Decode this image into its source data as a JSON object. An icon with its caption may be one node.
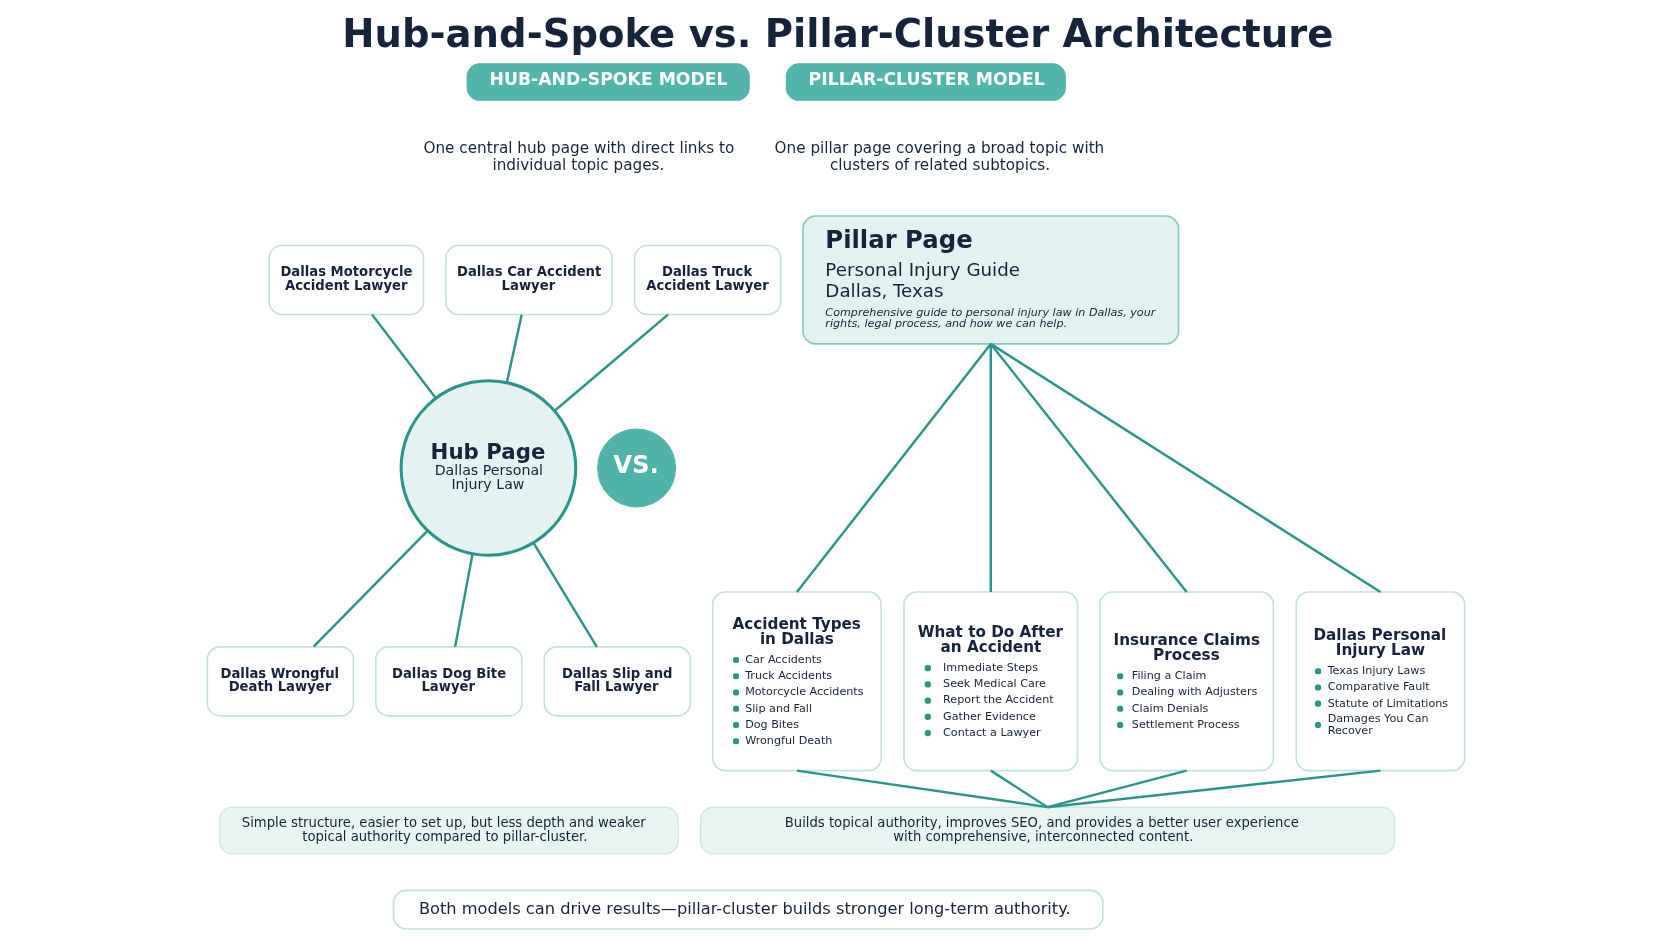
{
  "diagram": {
    "title": "Hub-and-Spoke vs. Pillar-Cluster Architecture",
    "nodes": [
      {
        "text": [
          "HUB-AND-SPOKE MODEL"
        ]
      },
      {
        "text": [
          "Dallas Car Accident Lawyer"
        ]
      },
      {
        "text": [
          "Dallas Motorcycle Accident Lawyer"
        ]
      },
      {
        "text": [
          "Dallas Truck Accident Lawyer"
        ]
      },
      {
        "text": [
          "Hub Page",
          "Dallas Personal Injury Law"
        ]
      },
      {
        "text": [
          "Dallas Wrongful Death Lawyer"
        ]
      },
      {
        "text": [
          "Dallas Slip and Fall Lawyer"
        ]
      },
      {
        "text": [
          "Dallas Dog Bite Lawyer"
        ]
      },
      {
        "text": [
          "Simple structure, easier to set up, but less depth and weaker topical authority compared to pillar-cluster."
        ]
      },
      {
        "text": [
          "PILLAR-CLUSTER MODEL"
        ]
      },
      {
        "text": [
          "Pillar Page",
          "Personal Injury Guide Dallas, Texas",
          "Comprehensive guide to personal injury law in Dallas, your rights, legal process, and how we can help."
        ]
      },
      {
        "text": [
          "Accident Types in Dallas",
          "Car Accidents",
          "Truck Accidents",
          "Motorcycle Accidents",
          "Slip and Fall",
          "Dog Bites",
          "Wrongful Death"
        ]
      },
      {
        "text": [
          "What to Do After an Accident",
          "Immediate Steps",
          "Seek Medical Care",
          "Report the Accident",
          "Gather Evidence",
          "Contact a Lawyer"
        ]
      },
      {
        "text": [
          "Insurance Claims Process",
          "Filing a Claim",
          "Dealing with Adjusters",
          "Claim Denials",
          "Settlement Process"
        ]
      },
      {
        "text": [
          "Dallas Personal Injury Law",
          "Texas Injury Laws",
          "Comparative Fault",
          "Statute of Limitations",
          "Damages You Can Recover"
        ]
      },
      {
        "text": [
          "Builds topical authority, improves SEO, and provides a better user experience with comprehensive, interconnected content."
        ]
      },
      {
        "text": [
          "VS."
        ]
      },
      {
        "text": [
          "Both models can drive results—pillar-cluster builds stronger long-term authority."
        ]
      }
    ],
    "edges": [
      {
        "from": 1,
        "to": 4,
        "arrow": "none"
      },
      {
        "from": 2,
        "to": 4,
        "arrow": "none"
      },
      {
        "from": 3,
        "to": 4,
        "arrow": "none"
      },
      {
        "from": 4,
        "to": 5,
        "arrow": "none"
      },
      {
        "from": 4,
        "to": 6,
        "arrow": "none"
      },
      {
        "from": 4,
        "to": 7,
        "arrow": "none"
      },
      {
        "from": 10,
        "to": 11,
        "arrow": "none"
      },
      {
        "from": 10,
        "to": 12,
        "arrow": "none"
      },
      {
        "from": 10,
        "to": 13,
        "arrow": "none"
      },
      {
        "from": 10,
        "to": 14,
        "arrow": "none"
      },
      {
        "from": 11,
        "to": 15,
        "arrow": "none"
      },
      {
        "from": 12,
        "to": 15,
        "arrow": "none"
      },
      {
        "from": 13,
        "to": 15,
        "arrow": "none"
      },
      {
        "from": 14,
        "to": 15,
        "arrow": "none"
      }
    ],
    "labels": [
      "One central hub page with direct links to individual topic pages.",
      "One pillar page covering a broad topic with clusters of related subtopics."
    ]
  }
}
